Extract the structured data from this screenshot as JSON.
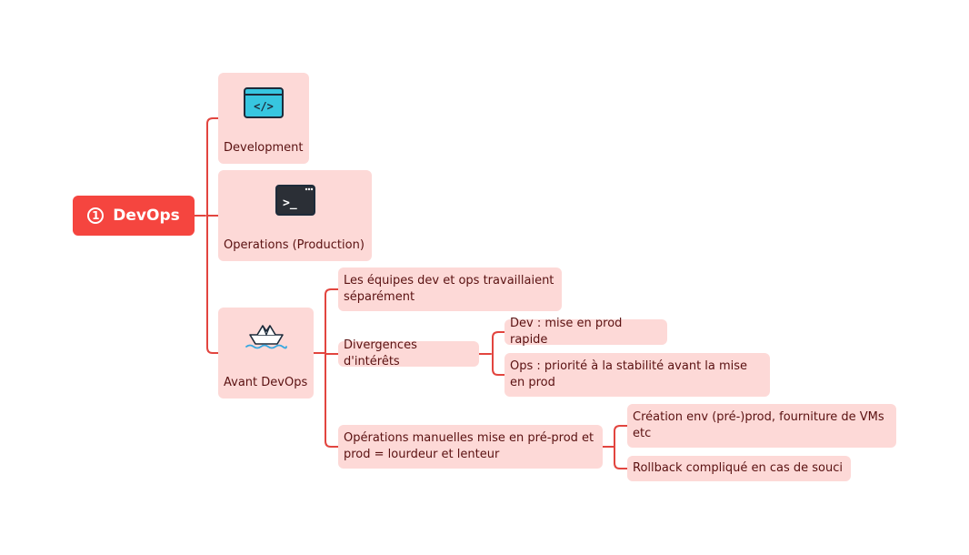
{
  "root": {
    "number": "1",
    "label": "DevOps"
  },
  "colors": {
    "root": "#f5453f",
    "node": "#fdd9d7",
    "line": "#e2453f",
    "text": "#5a1111"
  },
  "branches": {
    "development": {
      "label": "Development",
      "icon": "code-window-icon"
    },
    "operations": {
      "label": "Operations (Production)",
      "icon": "terminal-icon"
    },
    "avant": {
      "label": "Avant DevOps",
      "icon": "paper-boat-icon"
    }
  },
  "avant_children": {
    "separate": "Les équipes dev et ops travaillaient séparément",
    "divergences": "Divergences d'intérêts",
    "manual": "Opérations manuelles mise en pré-prod et prod = lourdeur et lenteur"
  },
  "divergences_children": {
    "dev": "Dev : mise en prod rapide",
    "ops": "Ops : priorité à la stabilité avant la mise en prod"
  },
  "manual_children": {
    "creation": "Création env (pré-)prod, fourniture de VMs etc",
    "rollback": "Rollback compliqué en cas de souci"
  }
}
